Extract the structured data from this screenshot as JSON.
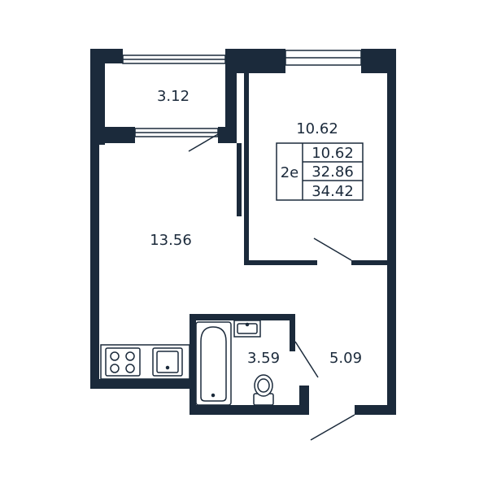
{
  "colors": {
    "wall": "#1b2a3b",
    "background": "#ffffff",
    "line": "#1b2a3b"
  },
  "rooms": {
    "balcony": {
      "area": "3.12"
    },
    "bedroom": {
      "area": "10.62"
    },
    "kitchen_living": {
      "area": "13.56"
    },
    "bathroom": {
      "area": "3.59"
    },
    "hallway": {
      "area": "5.09"
    }
  },
  "summary": {
    "type_code": "2e",
    "living_area": "10.62",
    "total_area": "32.86",
    "total_area_with_balcony": "34.42"
  }
}
